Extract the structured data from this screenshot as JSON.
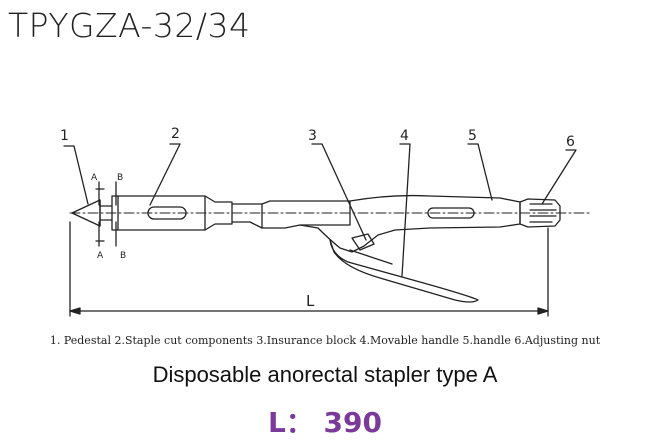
{
  "header": {
    "title": "TPYGZA-32/34"
  },
  "callouts": [
    "1",
    "2",
    "3",
    "4",
    "5",
    "6"
  ],
  "section_marks": {
    "a": "A",
    "b": "B"
  },
  "dimension_label": "L",
  "legend": "1. Pedestal   2.Staple cut components  3.Insurance block   4.Movable handle   5.handle   6.Adjusting nut",
  "caption": "Disposable anorectal stapler type A",
  "length_spec": "L： 390",
  "colors": {
    "spec_purple": "#7a3a9a",
    "line": "#222222"
  }
}
